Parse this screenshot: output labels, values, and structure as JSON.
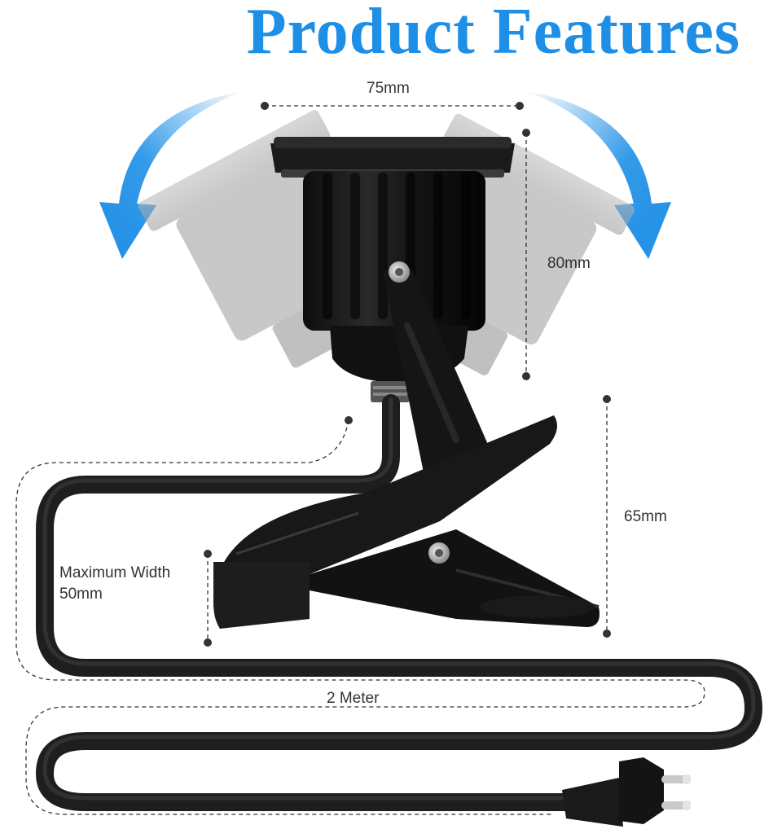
{
  "title": "Product Features",
  "dimensions": {
    "width_label": "75mm",
    "height_label": "80mm",
    "clip_height_label": "65mm",
    "max_width_line1": "Maximum Width",
    "max_width_line2": "50mm",
    "cable_length_label": "2 Meter"
  },
  "colors": {
    "title": "#1e8fe6",
    "arrow": "#1e8fe6",
    "product": "#1a1a1a",
    "ghost": "#a8a8a8",
    "dimension_line": "#333333"
  }
}
